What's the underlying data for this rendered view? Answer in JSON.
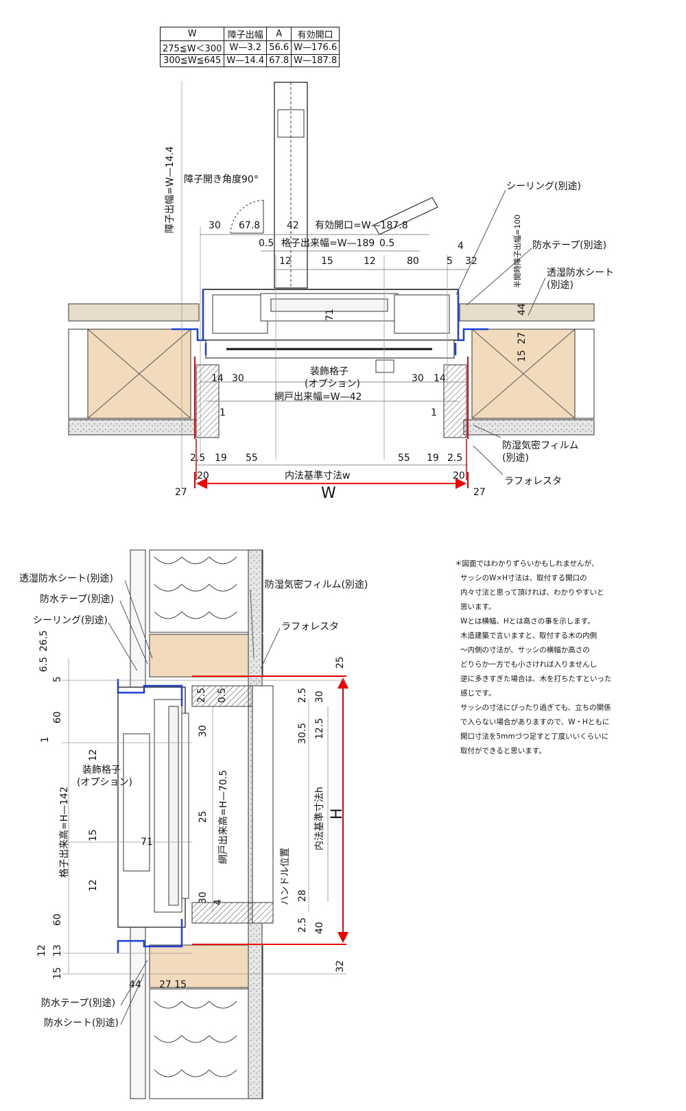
{
  "spec_table": {
    "headers": [
      "W",
      "障子出幅",
      "A",
      "有効開口"
    ],
    "rows": [
      [
        "275≦W＜300",
        "W—3.2",
        "56.6",
        "W—176.6"
      ],
      [
        "300≦W≦645",
        "W—14.4",
        "67.8",
        "W—187.8"
      ]
    ]
  },
  "plan": {
    "shoji_width": "障子出幅=W—14.4",
    "open_angle": "障子開き角度90°",
    "d30": "30",
    "d67_8": "67.8",
    "d42": "42",
    "effective_opening": "有効開口=W—187.8",
    "d0_5a": "0.5",
    "lattice_width": "格子出来幅=W—189",
    "d0_5b": "0.5",
    "d12a": "12",
    "d15": "15",
    "d12b": "12",
    "d80": "80",
    "d5": "5",
    "d4": "4",
    "d32": "32",
    "half_open": "半開時障子出幅=100",
    "d44": "44",
    "d27r": "27",
    "d15r": "15",
    "d71": "71",
    "deco_lattice": "装飾格子",
    "option": "(オプション)",
    "d14l": "14",
    "d30l": "30",
    "d30r": "30",
    "d14r": "14",
    "screen_width": "網戸出来幅=W—42",
    "d1l": "1",
    "d1r": "1",
    "d2_5l": "2.5",
    "d19l": "19",
    "d55l": "55",
    "d55r": "55",
    "d19r": "19",
    "d2_5r": "2.5",
    "d20l": "20",
    "inner_std": "内法基準寸法w",
    "d20r": "20",
    "d27l": "27",
    "W": "W",
    "d27b": "27",
    "sealing": "シーリング(別途)",
    "tape": "防水テープ(別途)",
    "sheet": "透湿防水シート",
    "sheet2": "(別途)",
    "film": "防湿気密フィルム",
    "film2": "(別途)",
    "lath": "ラフォレスタ"
  },
  "section": {
    "sheet": "透湿防水シート(別途)",
    "tape_top": "防水テープ(別途)",
    "sealing": "シーリング(別途)",
    "film": "防湿気密フィルム(別途)",
    "lath": "ラフォレスタ",
    "d6_5": "6.5",
    "d26_5": "26.5",
    "d5": "5",
    "d60a": "60",
    "d1": "1",
    "d12a": "12",
    "lattice_height": "格子出来高=H—142",
    "deco_lattice": "装飾格子",
    "option": "(オプション)",
    "d15": "15",
    "d12b": "12",
    "d60b": "60",
    "d12c": "12",
    "d13": "13",
    "d15b": "15",
    "d44": "44",
    "d27_15": "27 15",
    "d2_5a": "2.5",
    "d0_5": "0.5",
    "d30a": "30",
    "d2_5b": "2.5",
    "d30b": "30",
    "d30_5": "30.5",
    "d12_5": "12.5",
    "screen_height": "網戸出来高=H—70.5",
    "d25": "25",
    "d71": "71",
    "d30c": "30",
    "d4": "4",
    "handle": "ハンドル位置",
    "d28": "28",
    "d2_5c": "2.5",
    "d40": "40",
    "inner_std": "内法基準寸法h",
    "H": "H",
    "d25top": "25",
    "d32": "32",
    "tape_bot": "防水テープ(別途)",
    "sheet_bot": "防水シート(別途)"
  },
  "note_lines": [
    "＊図面ではわかりずらいかもしれませんが、",
    "サッシのW×H寸法は、取付する開口の",
    "内々寸法と思って頂ければ、わかりやすいと",
    "思います。",
    "Wとは横幅、Hとは高さの事を示します。",
    "木造建築で言いますと、取付する木の内側",
    "～内側の寸法が、サッシの横幅か高さの",
    "どりらか一方でも小さければ入りませんし",
    "逆に多きすぎた場合は、木を打ちたすといった",
    "感じです。",
    "サッシの寸法にぴったり過ぎても、立ちの関係",
    "で入らない場合がありますので、W・Hともに",
    "開口寸法を5mmづつ足すと丁度いいくらいに",
    "取付ができると思います。"
  ]
}
